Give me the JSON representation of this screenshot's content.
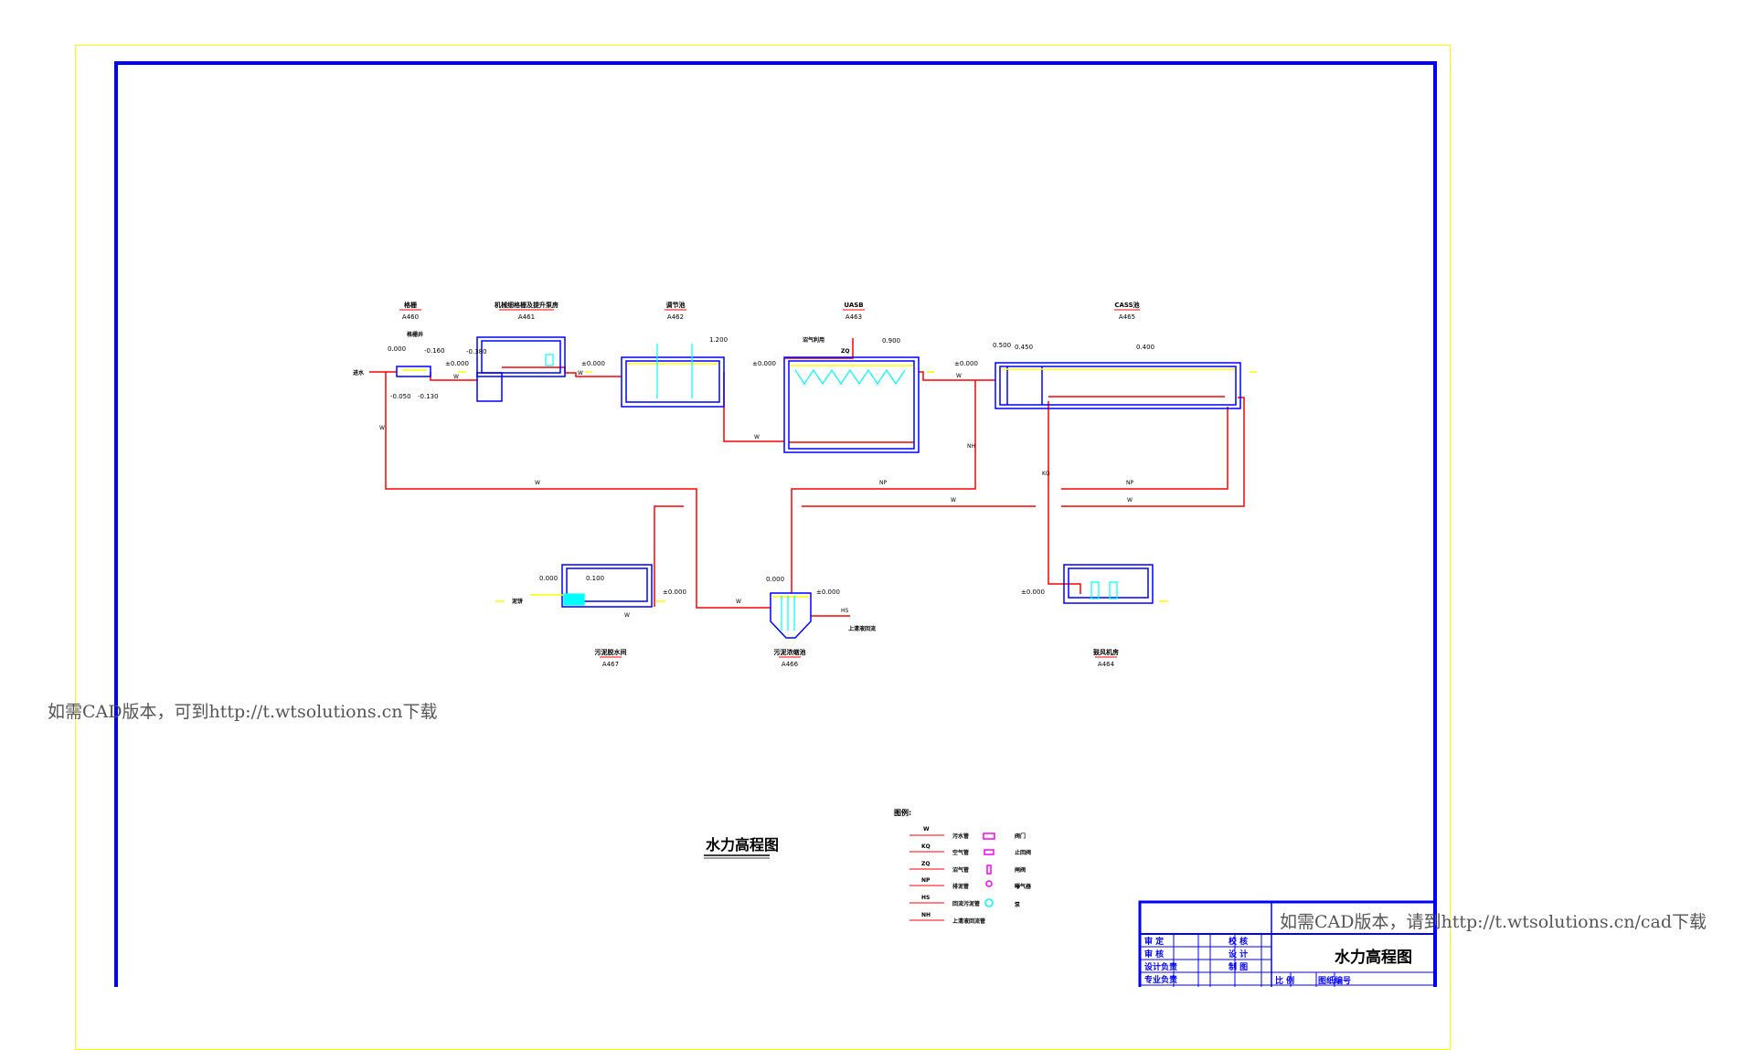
{
  "drawing_title": "水力高程图",
  "watermark_left": "如需CAD版本，可到http://t.wtsolutions.cn下载",
  "watermark_right": "如需CAD版本，请到http://t.wtsolutions.cn/cad下载",
  "units": [
    {
      "name": "格栅",
      "code": "A460"
    },
    {
      "name": "机械细格栅及提升泵房",
      "code": "A461"
    },
    {
      "name": "调节池",
      "code": "A462"
    },
    {
      "name": "UASB",
      "code": "A463"
    },
    {
      "name": "CASS池",
      "code": "A465"
    },
    {
      "name": "污泥脱水间",
      "code": "A467"
    },
    {
      "name": "污泥浓缩池",
      "code": "A466"
    },
    {
      "name": "鼓风机房",
      "code": "A464"
    }
  ],
  "elevations": [
    "0.000",
    "-0.160",
    "-0.050",
    "-0.130",
    "±0.000",
    "-0.380",
    "±0.000",
    "1.200",
    "±0.000",
    "0.900",
    "±0.000",
    "0.500",
    "0.450",
    "0.400",
    "0.000",
    "0.100",
    "±0.000",
    "0.000",
    "±0.000",
    "±0.000"
  ],
  "annotations": {
    "inlet": "进水",
    "grid_label": "格栅井",
    "biogas": "沼气利用",
    "outlet": "泥饼",
    "discharge": "上清液回流",
    "zq": "ZQ"
  },
  "pipe_tags": [
    "W",
    "W",
    "W",
    "W",
    "NP",
    "NP",
    "W",
    "W",
    "W",
    "W",
    "W",
    "W",
    "NH",
    "KQ",
    "HS"
  ],
  "legend": {
    "title": "图例:",
    "lines": [
      {
        "code": "W",
        "label": "污水管"
      },
      {
        "code": "KQ",
        "label": "空气管"
      },
      {
        "code": "ZQ",
        "label": "沼气管"
      },
      {
        "code": "NP",
        "label": "排泥管"
      },
      {
        "code": "HS",
        "label": "回流污泥管"
      },
      {
        "code": "NH",
        "label": "上清液回流管"
      }
    ],
    "symbols": [
      {
        "icon": "valve-icon",
        "label": "阀门"
      },
      {
        "icon": "check-valve-icon",
        "label": "止回阀"
      },
      {
        "icon": "gate-icon",
        "label": "闸阀"
      },
      {
        "icon": "aerator-icon",
        "label": "曝气器"
      },
      {
        "icon": "pump-icon",
        "label": "泵"
      }
    ]
  },
  "title_block": {
    "rows_left": [
      "审 定",
      "审 核",
      "设计负责",
      "专业负责"
    ],
    "rows_mid": [
      "校 核",
      "设 计",
      "制 图"
    ],
    "title": "水力高程图",
    "bottom": [
      "比 例",
      "图纸编号"
    ]
  },
  "colors": {
    "frame": "#0000ff",
    "pipe": "#ff0000",
    "water": "#ffff00",
    "equipment": "#00ffff",
    "valve": "#ff00ff"
  }
}
